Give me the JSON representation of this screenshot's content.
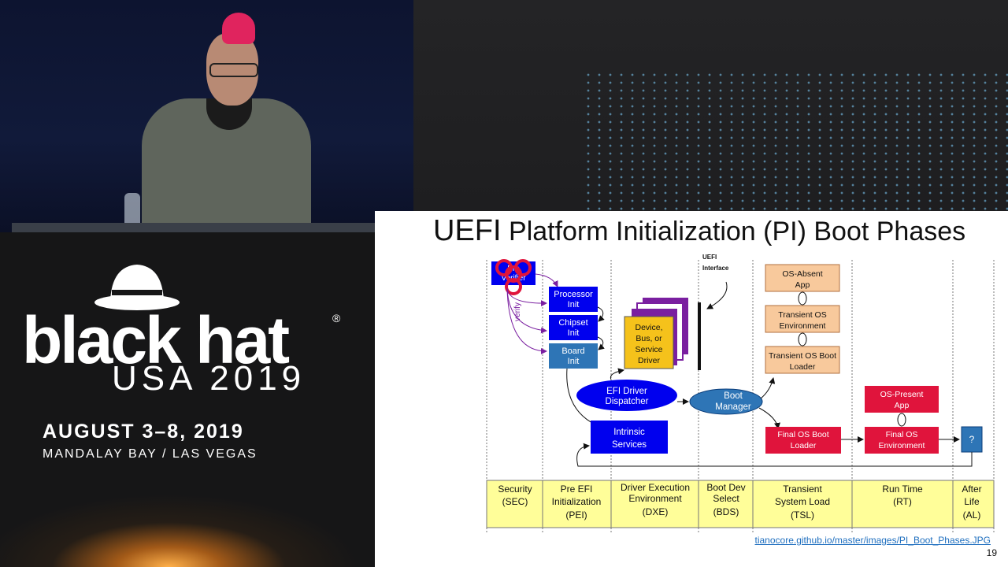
{
  "branding": {
    "logo_text": "black hat",
    "registered_mark": "®",
    "event": "USA 2019",
    "dates": "AUGUST 3–8, 2019",
    "venue": "MANDALAY BAY / LAS VEGAS"
  },
  "slide": {
    "title_prefix": "UEFI",
    "title_rest": "Platform Initialization (PI) Boot Phases",
    "source_link": "tianocore.github.io/master/images/PI_Boot_Phases.JPG",
    "page_number": "19"
  },
  "diagram": {
    "pre_verifier": [
      "Pre",
      "Verifier"
    ],
    "verify_label": "verify",
    "uefi_interface": [
      "UEFI",
      "Interface"
    ],
    "pei_boxes": [
      {
        "lines": [
          "Processor",
          "Init"
        ]
      },
      {
        "lines": [
          "Chipset",
          "Init"
        ]
      },
      {
        "lines": [
          "Board",
          "Init"
        ]
      }
    ],
    "driver_box": [
      "Device,",
      "Bus, or",
      "Service",
      "Driver"
    ],
    "dispatcher": [
      "EFI Driver",
      "Dispatcher"
    ],
    "intrinsic": [
      "Intrinsic",
      "Services"
    ],
    "boot_manager": [
      "Boot",
      "Manager"
    ],
    "tsl_boxes": [
      {
        "lines": [
          "OS-Absent",
          "App"
        ]
      },
      {
        "lines": [
          "Transient OS",
          "Environment"
        ]
      },
      {
        "lines": [
          "Transient OS Boot",
          "Loader"
        ]
      }
    ],
    "final_loader": [
      "Final OS Boot",
      "Loader"
    ],
    "os_present": [
      "OS-Present",
      "App"
    ],
    "final_env": [
      "Final OS",
      "Environment"
    ],
    "afterlife_box": "?",
    "phases": [
      {
        "lines": [
          "Security",
          "(SEC)"
        ]
      },
      {
        "lines": [
          "Pre EFI",
          "Initialization",
          "(PEI)"
        ]
      },
      {
        "lines": [
          "Driver Execution",
          "Environment",
          "(DXE)"
        ]
      },
      {
        "lines": [
          "Boot Dev",
          "Select",
          "(BDS)"
        ]
      },
      {
        "lines": [
          "Transient",
          "System Load",
          "(TSL)"
        ]
      },
      {
        "lines": [
          "Run Time",
          "(RT)"
        ]
      },
      {
        "lines": [
          "After",
          "Life",
          "(AL)"
        ]
      }
    ]
  },
  "colors": {
    "blue_box": "#0000ee",
    "steel_box": "#2e75b6",
    "yellow_box": "#f5c21b",
    "orange_box": "#f8c99c",
    "red_box": "#e0143c",
    "phase_bg": "#fffe99",
    "ellipse": "#1f5fae"
  }
}
